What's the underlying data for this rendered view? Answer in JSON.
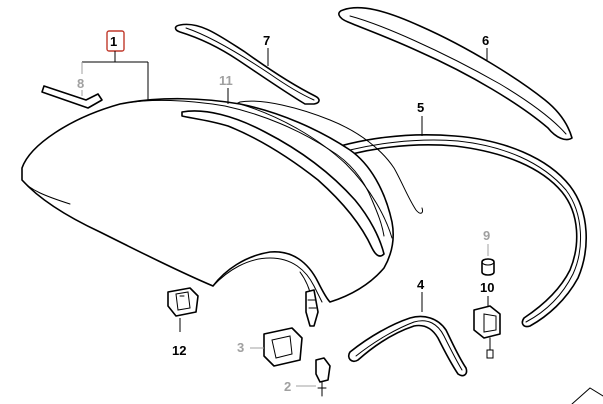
{
  "callouts": {
    "c1": "1",
    "c2": "2",
    "c3": "3",
    "c4": "4",
    "c5": "5",
    "c6": "6",
    "c7": "7",
    "c8": "8",
    "c9": "9",
    "c10": "10",
    "c11": "11",
    "c12": "12"
  },
  "colors": {
    "line": "#000000",
    "inactive_callout": "#a0a0a0",
    "highlight_frame": "#c0392b",
    "background": "#ffffff"
  }
}
